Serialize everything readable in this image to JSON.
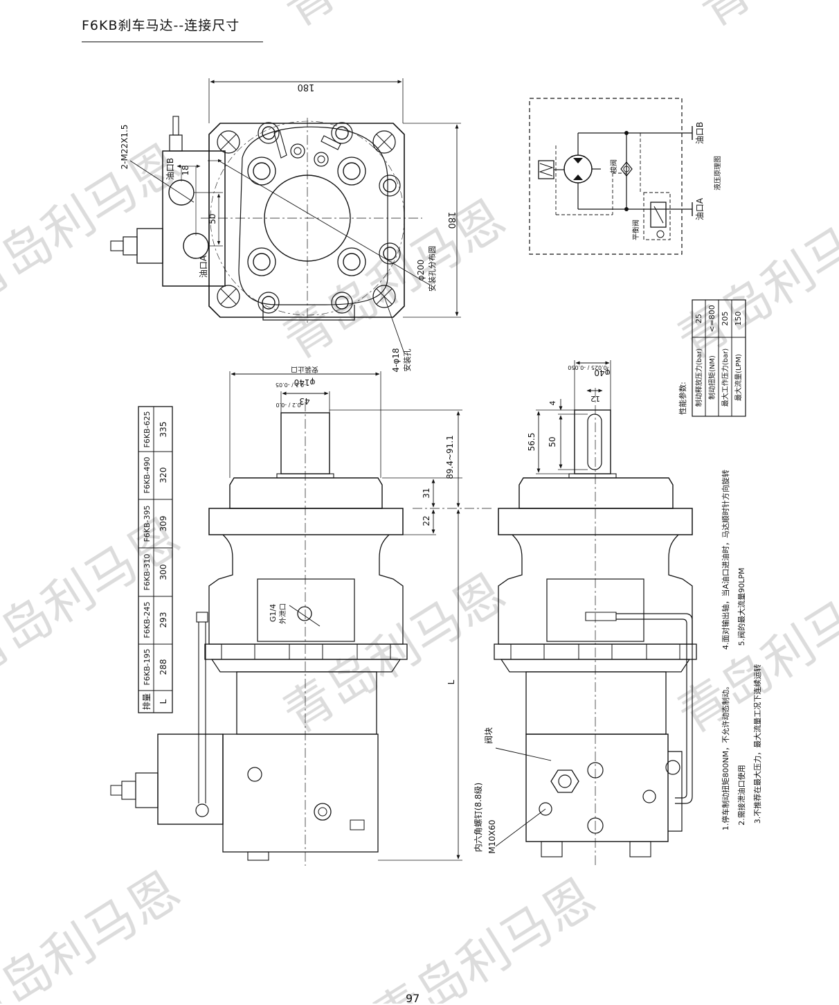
{
  "header": {
    "title": "F6KB刹车马达--连接尺寸"
  },
  "top_view": {
    "width_dim": "180",
    "height_dim": "180",
    "port_thread": "2-M22X1.5",
    "port_b": "油口B",
    "port_a": "油口A",
    "dim_18": "18",
    "dim_50": "50",
    "pcd": "φ200",
    "pcd_note": "安装孔分布圆",
    "mount_holes": "4-φ18",
    "mount_holes_note": "安装孔"
  },
  "hydraulic": {
    "port_b": "油口B",
    "port_a": "油口A",
    "shuttle": "梭阀",
    "brake_valve": "平衡阀",
    "title": "液压原理图"
  },
  "performance": {
    "title": "性能参数:",
    "rows": [
      {
        "label": "制动释放压力(bar)",
        "value": "25"
      },
      {
        "label": "制动扭矩(NM)",
        "value": "<=800"
      },
      {
        "label": "最大工作压力(bar)",
        "value": "205"
      },
      {
        "label": "最大流量(LPM)",
        "value": "150"
      }
    ]
  },
  "front_view": {
    "pilot": "φ140",
    "pilot_tol": "-0.1 / -0.05",
    "pilot_note": "安装止口",
    "key_width": "43",
    "key_tol": "-0.2 / -0.0",
    "drain": "G1/4",
    "drain_note": "外泄口",
    "dim_shaft": "89.4~91.1",
    "dim_31": "31",
    "dim_22": "22",
    "dim_l": "L"
  },
  "side_view": {
    "shaft": "φ40",
    "shaft_tol": "-0.025 / -0.050",
    "key": "12",
    "dim_4": "4",
    "dim_565": "56.5",
    "dim_50": "50",
    "valve_block": "阀块",
    "bolt": "内六角螺钉(8.8级)",
    "bolt_size": "M10X60"
  },
  "table": {
    "header_label": "排量",
    "row_label": "L",
    "models": [
      "F6KB-195",
      "F6KB-245",
      "F6KB-310",
      "F6KB-395",
      "F6KB-490",
      "F6KB-625"
    ],
    "values": [
      "288",
      "293",
      "300",
      "309",
      "320",
      "335"
    ]
  },
  "notes": [
    "1.停车制动扭矩800NM，不允许动态制动。",
    "2.需接泄油口使用",
    "3.不推荐在最大压力，最大流量工况下连续运转",
    "4.面对输出轴，当A油口进油时，马达顺时针方向旋转",
    "5.阀的最大流量90LPM"
  ],
  "watermark": "青岛利马恩",
  "page_number": "97"
}
